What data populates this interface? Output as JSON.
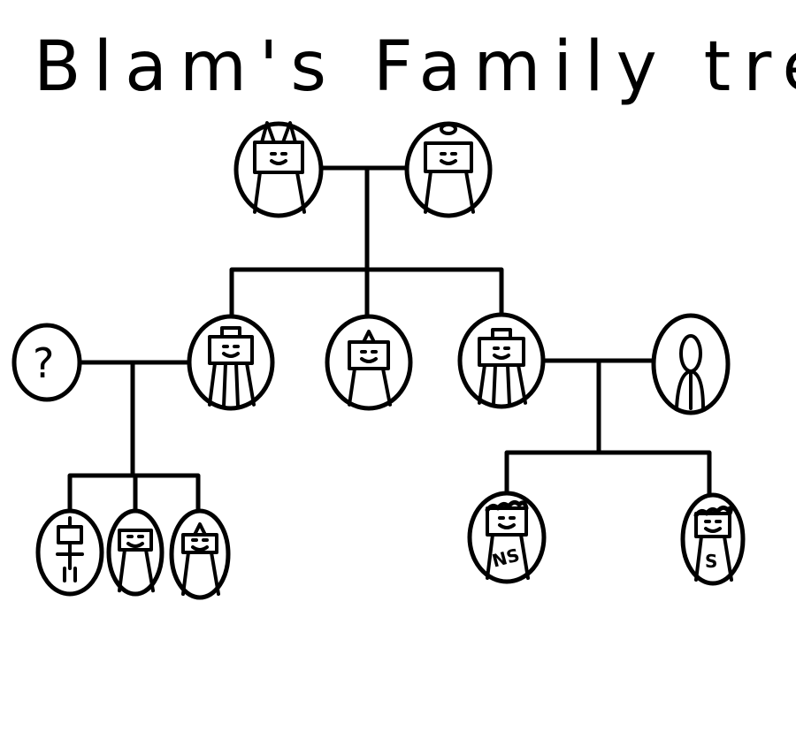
{
  "title": "Blam's Family tree",
  "unknown_mark": "?",
  "shirt_labels": {
    "left_child": "NS",
    "right_child": "S"
  },
  "colors": {
    "ink": "#000000",
    "background": "#ffffff"
  }
}
